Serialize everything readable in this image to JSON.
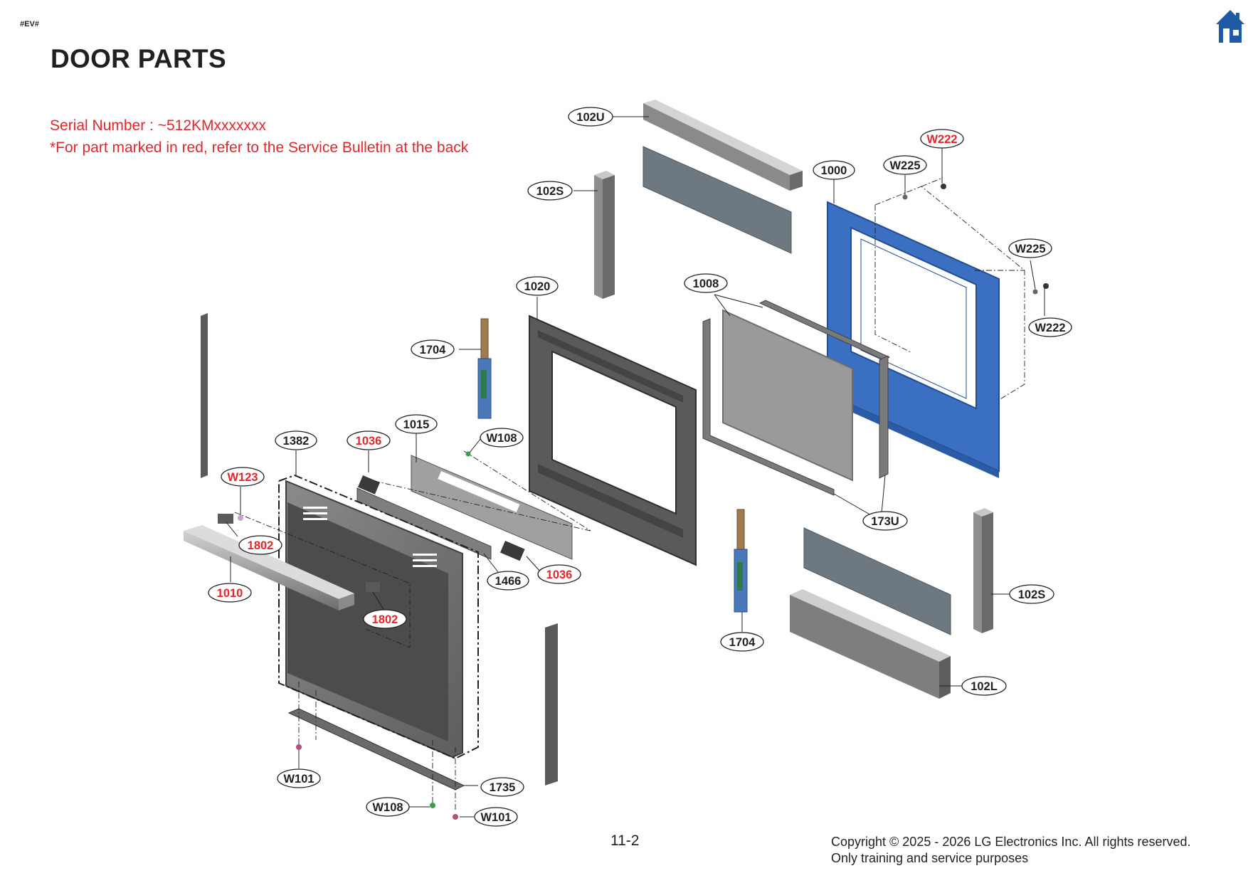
{
  "header": {
    "tag": "#EV#",
    "title": "DOOR PARTS",
    "home_icon": "home-icon"
  },
  "notes": {
    "serial": "Serial Number : ~512KMxxxxxxx",
    "bulletin": "*For part marked in red, refer to the Service Bulletin at the back"
  },
  "colors": {
    "accent_red": "#e3262b",
    "home_blue": "#1f5aa6",
    "frame_blue": "#3a6fc2",
    "text": "#231f20"
  },
  "labels": [
    {
      "text": "102U",
      "red": false
    },
    {
      "text": "W222",
      "red": true
    },
    {
      "text": "1000",
      "red": false
    },
    {
      "text": "W225",
      "red": false
    },
    {
      "text": "102S",
      "red": false
    },
    {
      "text": "W225",
      "red": false
    },
    {
      "text": "W222",
      "red": false
    },
    {
      "text": "1020",
      "red": false
    },
    {
      "text": "1008",
      "red": false
    },
    {
      "text": "1704",
      "red": false
    },
    {
      "text": "1015",
      "red": false
    },
    {
      "text": "W108",
      "red": false
    },
    {
      "text": "1382",
      "red": false
    },
    {
      "text": "1036",
      "red": true
    },
    {
      "text": "W123",
      "red": true
    },
    {
      "text": "1802",
      "red": true
    },
    {
      "text": "1466",
      "red": false
    },
    {
      "text": "1036",
      "red": true
    },
    {
      "text": "1010",
      "red": true
    },
    {
      "text": "1802",
      "red": true
    },
    {
      "text": "173U",
      "red": false
    },
    {
      "text": "102S",
      "red": false
    },
    {
      "text": "1704",
      "red": false
    },
    {
      "text": "102L",
      "red": false
    },
    {
      "text": "W101",
      "red": false
    },
    {
      "text": "1735",
      "red": false
    },
    {
      "text": "W108",
      "red": false
    },
    {
      "text": "W101",
      "red": false
    }
  ],
  "footer": {
    "page_number": "11-2",
    "copyright_line1": "Copyright © 2025 - 2026 LG Electronics Inc. All rights reserved.",
    "copyright_line2": "Only training and service purposes"
  }
}
